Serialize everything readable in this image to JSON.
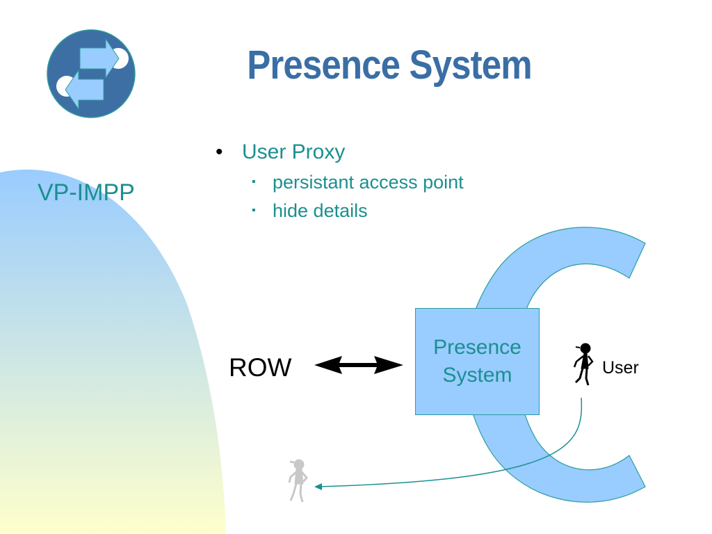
{
  "slide": {
    "title": "Presence System",
    "side_label": "VP-IMPP",
    "bullets": [
      {
        "text": "User Proxy",
        "sub": [
          "persistant access point",
          "hide details"
        ]
      }
    ]
  },
  "diagram": {
    "box_line1": "Presence",
    "box_line2": "System",
    "left_label": "ROW",
    "user_label": "User"
  },
  "icons": {
    "logo": "swap-arrows-circle-logo",
    "person": "person-figure-icon"
  },
  "colors": {
    "title": "#3a6ea5",
    "teal_text": "#1b8f8f",
    "box_fill": "#99ccff",
    "c_shape": "#99ccff",
    "logo_circle": "#3d6fa4",
    "gradient_top": "#99ccff",
    "gradient_bottom": "#ffffcc"
  }
}
